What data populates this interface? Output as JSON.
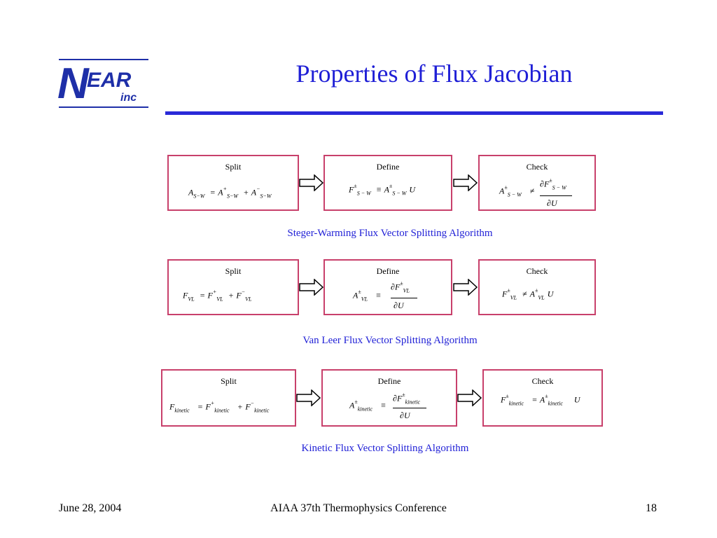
{
  "logo": {
    "main": "EAR",
    "initial": "N",
    "sub": "inc"
  },
  "title": "Properties of Flux Jacobian",
  "rows": [
    {
      "caption": "Steger-Warming Flux Vector Splitting Algorithm",
      "labels": {
        "split": "Split",
        "define": "Define",
        "check": "Check"
      }
    },
    {
      "caption": "Van Leer Flux Vector Splitting Algorithm",
      "labels": {
        "split": "Split",
        "define": "Define",
        "check": "Check"
      }
    },
    {
      "caption": "Kinetic Flux Vector Splitting Algorithm",
      "labels": {
        "split": "Split",
        "define": "Define",
        "check": "Check"
      }
    }
  ],
  "symbols": {
    "A": "A",
    "F": "F",
    "U": "U",
    "sw": "S−W",
    "s_w": "S − W",
    "vl": "VL",
    "kinetic": "kinetic",
    "plus": "+",
    "minus": "−",
    "pm": "±",
    "eq": "=",
    "equiv": "≡",
    "neq": "≠",
    "partial": "∂"
  },
  "footer": {
    "date": "June 28, 2004",
    "conference": "AIAA 37th Thermophysics Conference",
    "page": "18"
  }
}
